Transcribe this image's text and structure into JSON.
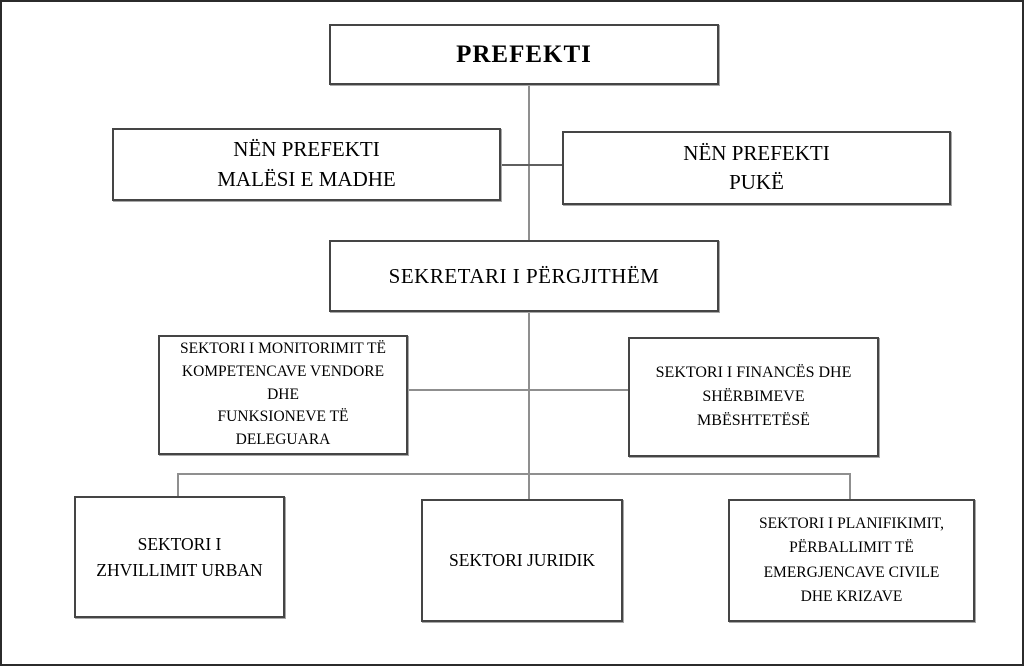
{
  "diagram": {
    "type": "org-chart",
    "title": "PREFEKTI",
    "nodes": {
      "prefekti": {
        "label": "PREFEKTI",
        "level": 1
      },
      "nen_prefekti_malesi_e_madhe": {
        "label": "NËN PREFEKTI\nMALËSI E MADHE",
        "level": 2
      },
      "nen_prefekti_puke": {
        "label": "NËN PREFEKTI\nPUKË",
        "level": 2
      },
      "sekretari_i_pergjithem": {
        "label": "SEKRETARI I PËRGJITHËM",
        "level": 3
      },
      "sektori_monitorimit": {
        "label": "SEKTORI I MONITORIMIT TË\nKOMPETENCAVE VENDORE\nDHE\nFUNKSIONEVE TË\nDELEGUARA",
        "level": 4
      },
      "sektori_finances": {
        "label": "SEKTORI I FINANCËS DHE\nSHËRBIMEVE\nMBËSHTETËSË",
        "level": 4
      },
      "sektori_zhvillimit_urban": {
        "label": "SEKTORI I\nZHVILLIMIT URBAN",
        "level": 5
      },
      "sektori_juridik": {
        "label": "SEKTORI JURIDIK",
        "level": 5
      },
      "sektori_planifikimit": {
        "label": "SEKTORI I PLANIFIKIMIT,\nPËRBALLIMIT TË\nEMERGJENCAVE CIVILE\nDHE KRIZAVE",
        "level": 5
      }
    },
    "edges": [
      {
        "from": "prefekti",
        "to": "nen_prefekti_malesi_e_madhe"
      },
      {
        "from": "prefekti",
        "to": "nen_prefekti_puke"
      },
      {
        "from": "prefekti",
        "to": "sekretari_i_pergjithem"
      },
      {
        "from": "sekretari_i_pergjithem",
        "to": "sektori_monitorimit"
      },
      {
        "from": "sekretari_i_pergjithem",
        "to": "sektori_finances"
      },
      {
        "from": "sekretari_i_pergjithem",
        "to": "sektori_zhvillimit_urban"
      },
      {
        "from": "sekretari_i_pergjithem",
        "to": "sektori_juridik"
      },
      {
        "from": "sekretari_i_pergjithem",
        "to": "sektori_planifikimit"
      }
    ],
    "colors": {
      "background": "#ffffff",
      "frame_border": "#2b2b2b",
      "box_border": "#454545",
      "box_shadow": "#a8a8a8",
      "connector": "#8f8f8f",
      "text": "#000000"
    }
  }
}
